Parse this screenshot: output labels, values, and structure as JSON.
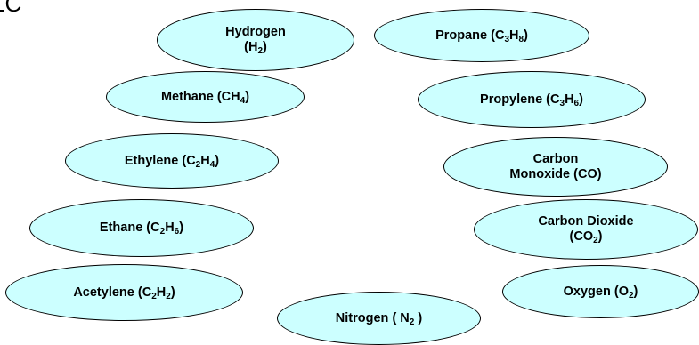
{
  "corner_text": "LC",
  "colors": {
    "ellipse_fill": "#ccffff",
    "ellipse_stroke": "#000000",
    "text": "#000000"
  },
  "gases": [
    {
      "id": "hydrogen",
      "name_lines": [
        "Hydrogen"
      ],
      "formula": [
        [
          "H",
          "2"
        ]
      ],
      "formula_open": "(",
      "formula_close": ")",
      "formula_on_new_line": true
    },
    {
      "id": "methane",
      "name_lines": [
        "Methane"
      ],
      "formula": [
        [
          "C",
          ""
        ],
        [
          "H",
          "4"
        ]
      ],
      "formula_open": "(",
      "formula_close": ")",
      "formula_on_new_line": false
    },
    {
      "id": "ethylene",
      "name_lines": [
        "Ethylene"
      ],
      "formula": [
        [
          "C",
          "2"
        ],
        [
          "H",
          "4"
        ]
      ],
      "formula_open": "(",
      "formula_close": ")",
      "formula_on_new_line": false
    },
    {
      "id": "ethane",
      "name_lines": [
        "Ethane"
      ],
      "formula": [
        [
          "C",
          "2"
        ],
        [
          "H",
          "6"
        ]
      ],
      "formula_open": "(",
      "formula_close": ")",
      "formula_on_new_line": false
    },
    {
      "id": "acetylene",
      "name_lines": [
        "Acetylene"
      ],
      "formula": [
        [
          "C",
          "2"
        ],
        [
          "H",
          "2"
        ]
      ],
      "formula_open": "(",
      "formula_close": ")",
      "formula_on_new_line": false
    },
    {
      "id": "nitrogen",
      "name_lines": [
        "Nitrogen"
      ],
      "formula": [
        [
          "N",
          "2"
        ]
      ],
      "formula_open": "( ",
      "formula_close": " )",
      "formula_on_new_line": false
    },
    {
      "id": "propane",
      "name_lines": [
        "Propane"
      ],
      "formula": [
        [
          "C",
          "3"
        ],
        [
          "H",
          "8"
        ]
      ],
      "formula_open": "(",
      "formula_close": ")",
      "formula_on_new_line": false
    },
    {
      "id": "propylene",
      "name_lines": [
        "Propylene"
      ],
      "formula": [
        [
          "C",
          "3"
        ],
        [
          "H",
          "6"
        ]
      ],
      "formula_open": "(",
      "formula_close": ")",
      "formula_on_new_line": false
    },
    {
      "id": "carbon-monoxide",
      "name_lines": [
        "Carbon",
        "Monoxide"
      ],
      "formula": [
        [
          "CO",
          ""
        ]
      ],
      "formula_open": "(",
      "formula_close": ")",
      "formula_on_new_line": false
    },
    {
      "id": "carbon-dioxide",
      "name_lines": [
        "Carbon Dioxide"
      ],
      "formula": [
        [
          "CO",
          "2"
        ]
      ],
      "formula_open": "(",
      "formula_close": ")",
      "formula_on_new_line": true
    },
    {
      "id": "oxygen",
      "name_lines": [
        "Oxygen"
      ],
      "formula": [
        [
          "O",
          "2"
        ]
      ],
      "formula_open": "(",
      "formula_close": ")",
      "formula_on_new_line": false
    }
  ]
}
